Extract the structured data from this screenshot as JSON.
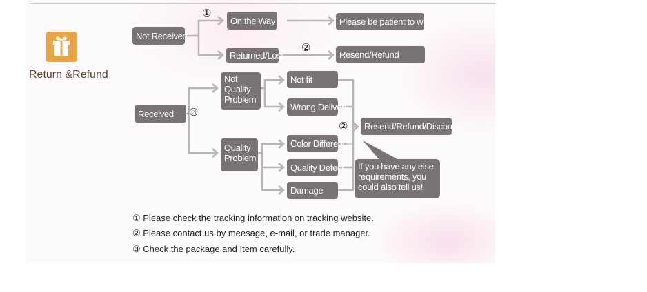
{
  "brand": {
    "title": "Return &Refund",
    "icon": "gift-icon"
  },
  "flow": {
    "not_received": "Not Received",
    "on_the_way": "On the Way",
    "patient": "Please be patient to wait",
    "returned_lost": "Returned/Lost",
    "resend_refund": "Resend/Refund",
    "received": "Received",
    "not_quality_problem": "Not Quality Problem",
    "not_fit": "Not fit",
    "wrong_delivery": "Wrong Delivery",
    "quality_problem": "Quality Problem",
    "color_difference": "Color Difference",
    "quality_defect": "Quality Defect",
    "damage": "Damage",
    "resend_refund_discount": "Resend/Refund/Discount",
    "other_requirements": "If you have any else requirements, you could also tell us!",
    "marker_1": "①",
    "marker_2a": "②",
    "marker_2b": "②",
    "marker_3": "③"
  },
  "notes": [
    "① Please check the tracking information on tracking website.",
    "② Please contact us by meesage, e-mail, or trade manager.",
    "③ Check the package and Item carefully."
  ],
  "colors": {
    "box": "#7a7373",
    "line": "#b8b8b8",
    "icon": "#e8a447"
  }
}
